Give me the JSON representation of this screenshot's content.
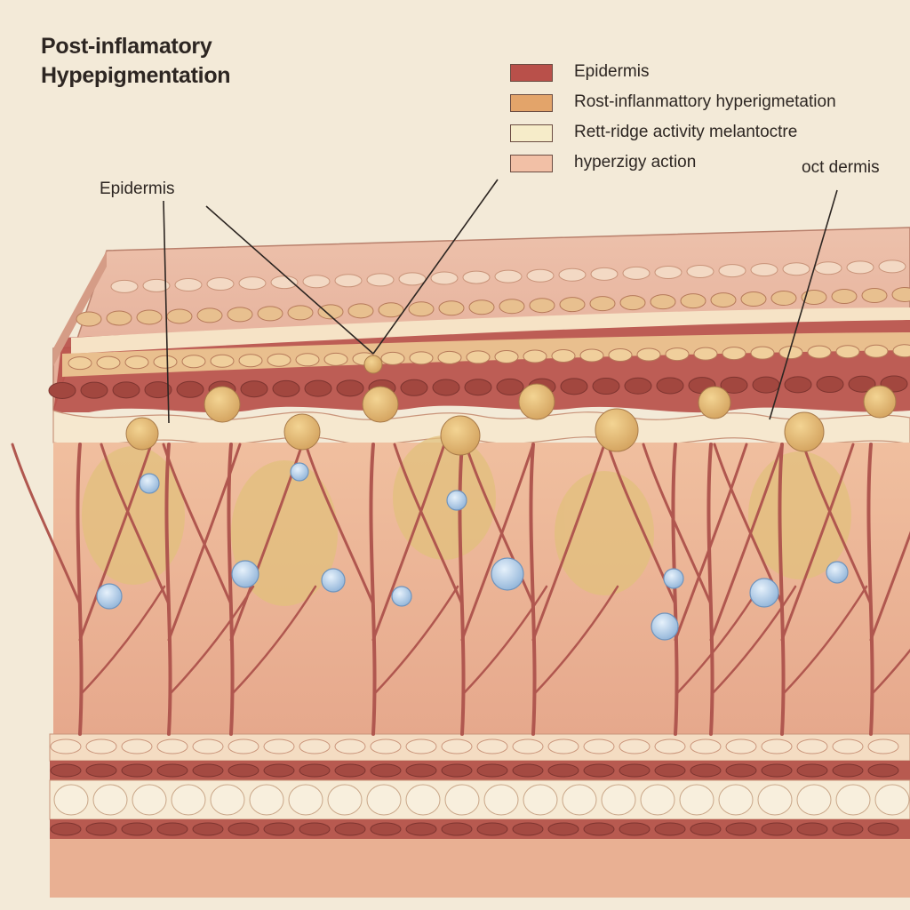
{
  "title": {
    "line1": "Post-inflamatory",
    "line2": "Hypepigmentation"
  },
  "legend": [
    {
      "label": "Epidermis",
      "color": "#b9504a"
    },
    {
      "label": "Rost-inflanmattory hyperigmetation",
      "color": "#e3a46a"
    },
    {
      "label": "Rett-ridge activity melantoctre",
      "color": "#f6ecc9"
    },
    {
      "label": "hyperzigy action",
      "color": "#f2c0a6"
    }
  ],
  "callouts": {
    "epidermis": "Epidermis",
    "dermis": "oct dermis"
  },
  "colors": {
    "background": "#f3ead8",
    "skin_surface": "#e9b39d",
    "epidermis_red": "#b9504a",
    "pigment_yellow": "#e2c07c",
    "dermis": "#ebb294",
    "vessel": "#b0574f",
    "cell_blue": "#aecbe6"
  }
}
